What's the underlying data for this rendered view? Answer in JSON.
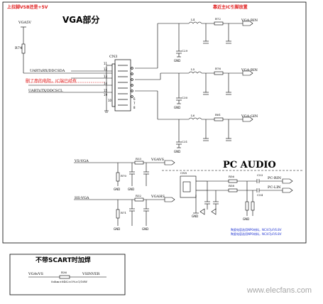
{
  "notes": {
    "top_left": "上拉脚VSB还是+5V",
    "top_right": "靠近主IC引脚放置",
    "vga_title": "VGA部分",
    "edid_note": "删了串的电阻，IC端已经有"
  },
  "pc_audio": {
    "title": "PC AUDIO",
    "note1": "陶瓷电容选用NP0材料，NC/47pF/6.8V",
    "note2": "陶瓷电容选用NP0材料，NC/47pF/6.8V"
  },
  "net_labels": {
    "vga5v": "VGA5V",
    "scl": "UARTxTX/DDCSCL",
    "sda": "UARTxRX/DDCSDA",
    "vsvga": "VS-VGA",
    "hsvga": "HS-VGA",
    "vgavs_out": "VGAVS",
    "vgahs_out": "VGAHS",
    "vgarin": "VGA-RIN",
    "vgabin": "VGA-BIN",
    "vgagin": "VGA-GIN",
    "pcrin": "PC-RIN",
    "pclin": "PC-LIN",
    "vgavs_box": "VGAvVS",
    "vsinver": "VSINVER"
  },
  "refs": {
    "r74": "R74",
    "cn3": "CN3",
    "l4": "L4",
    "l5": "L5",
    "l6": "L6",
    "r72": "R72",
    "r76": "R76",
    "r81": "R81",
    "c29": "C29",
    "c30": "C30",
    "c31": "C31",
    "r70": "R70",
    "r71": "R71",
    "r33": "R33",
    "r32": "R32",
    "cn8": "CN8",
    "r56": "R56",
    "r58": "R58",
    "c53": "C53",
    "c54": "C54",
    "r36": "R36"
  },
  "pins": [
    "11",
    "12",
    "13",
    "14",
    "15",
    "6",
    "7",
    "8",
    "10",
    "19"
  ],
  "gnd_labels": [
    "GND",
    "GND",
    "GND",
    "GND",
    "GND",
    "GND",
    "GND",
    "GND",
    "GND"
  ],
  "scart_box": {
    "title": "不带SCART时加焊",
    "part_note": "0ohm±0402±5%±1/16W"
  },
  "watermark": "www.elecfans.com"
}
